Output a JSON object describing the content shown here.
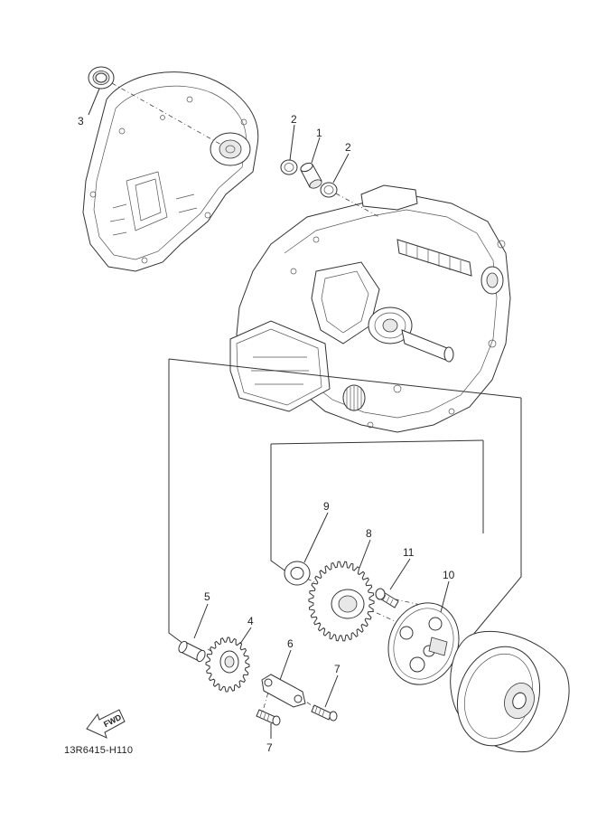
{
  "callouts": {
    "p1": "1",
    "p2a": "2",
    "p2b": "2",
    "p3": "3",
    "p4": "4",
    "p5": "5",
    "p6": "6",
    "p7a": "7",
    "p7b": "7",
    "p8": "8",
    "p9": "9",
    "p10": "10",
    "p11": "11"
  },
  "fwd_label": "FWD",
  "diagram_code": "13R6415-H110"
}
